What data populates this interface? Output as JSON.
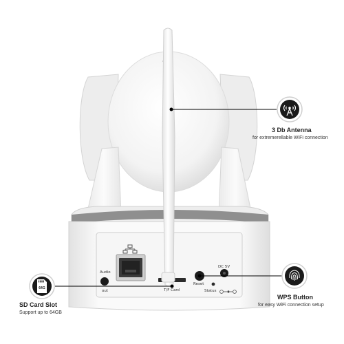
{
  "callouts": {
    "antenna": {
      "title": "3 Db Antenna",
      "subtitle": "for extremerellable WiFi connection",
      "icon": "antenna-icon"
    },
    "wps": {
      "title": "WPS Button",
      "subtitle": "for easy WiFi connection setup",
      "icon": "wps-fingerprint-icon"
    },
    "sdcard": {
      "title": "SD Card Slot",
      "subtitle": "Support up to 64GB",
      "icon": "sd-card-icon",
      "card_text": "64G"
    }
  },
  "panel_labels": {
    "audio": "Audio",
    "out": "out",
    "tf_card": "T/F Card",
    "reset": "Reset",
    "status": "Status",
    "dc": "DC 5V"
  },
  "colors": {
    "camera_body": "#f4f4f4",
    "base_ring": "#8f8f8f",
    "icon_fill": "#1a1a1a",
    "leader_line": "#000000"
  }
}
